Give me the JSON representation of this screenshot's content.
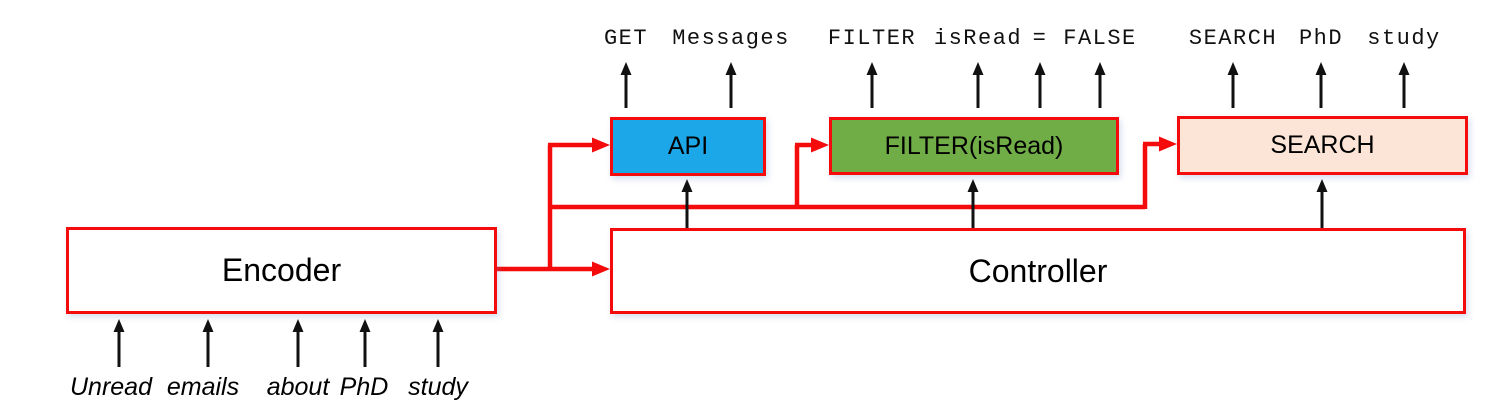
{
  "output_sequence": {
    "tokens": [
      "GET",
      "Messages",
      "FILTER",
      "isRead",
      "=",
      "FALSE",
      "SEARCH",
      "PhD",
      "study"
    ]
  },
  "input_sequence": {
    "tokens": [
      "Unread",
      "emails",
      "about",
      "PhD",
      "study"
    ]
  },
  "nodes": {
    "api": {
      "label": "API",
      "fill": "#1BA7E8"
    },
    "filter": {
      "label": "FILTER(isRead)",
      "fill": "#70AD47"
    },
    "search": {
      "label": "SEARCH",
      "fill": "#FCE4D6"
    },
    "encoder": {
      "label": "Encoder",
      "fill": "#FFFFFF"
    },
    "controller": {
      "label": "Controller",
      "fill": "#FFFFFF"
    }
  },
  "colors": {
    "connector_red": "#F40B0B",
    "box_border_red": "#F40B0B",
    "arrow_black": "#111111"
  }
}
